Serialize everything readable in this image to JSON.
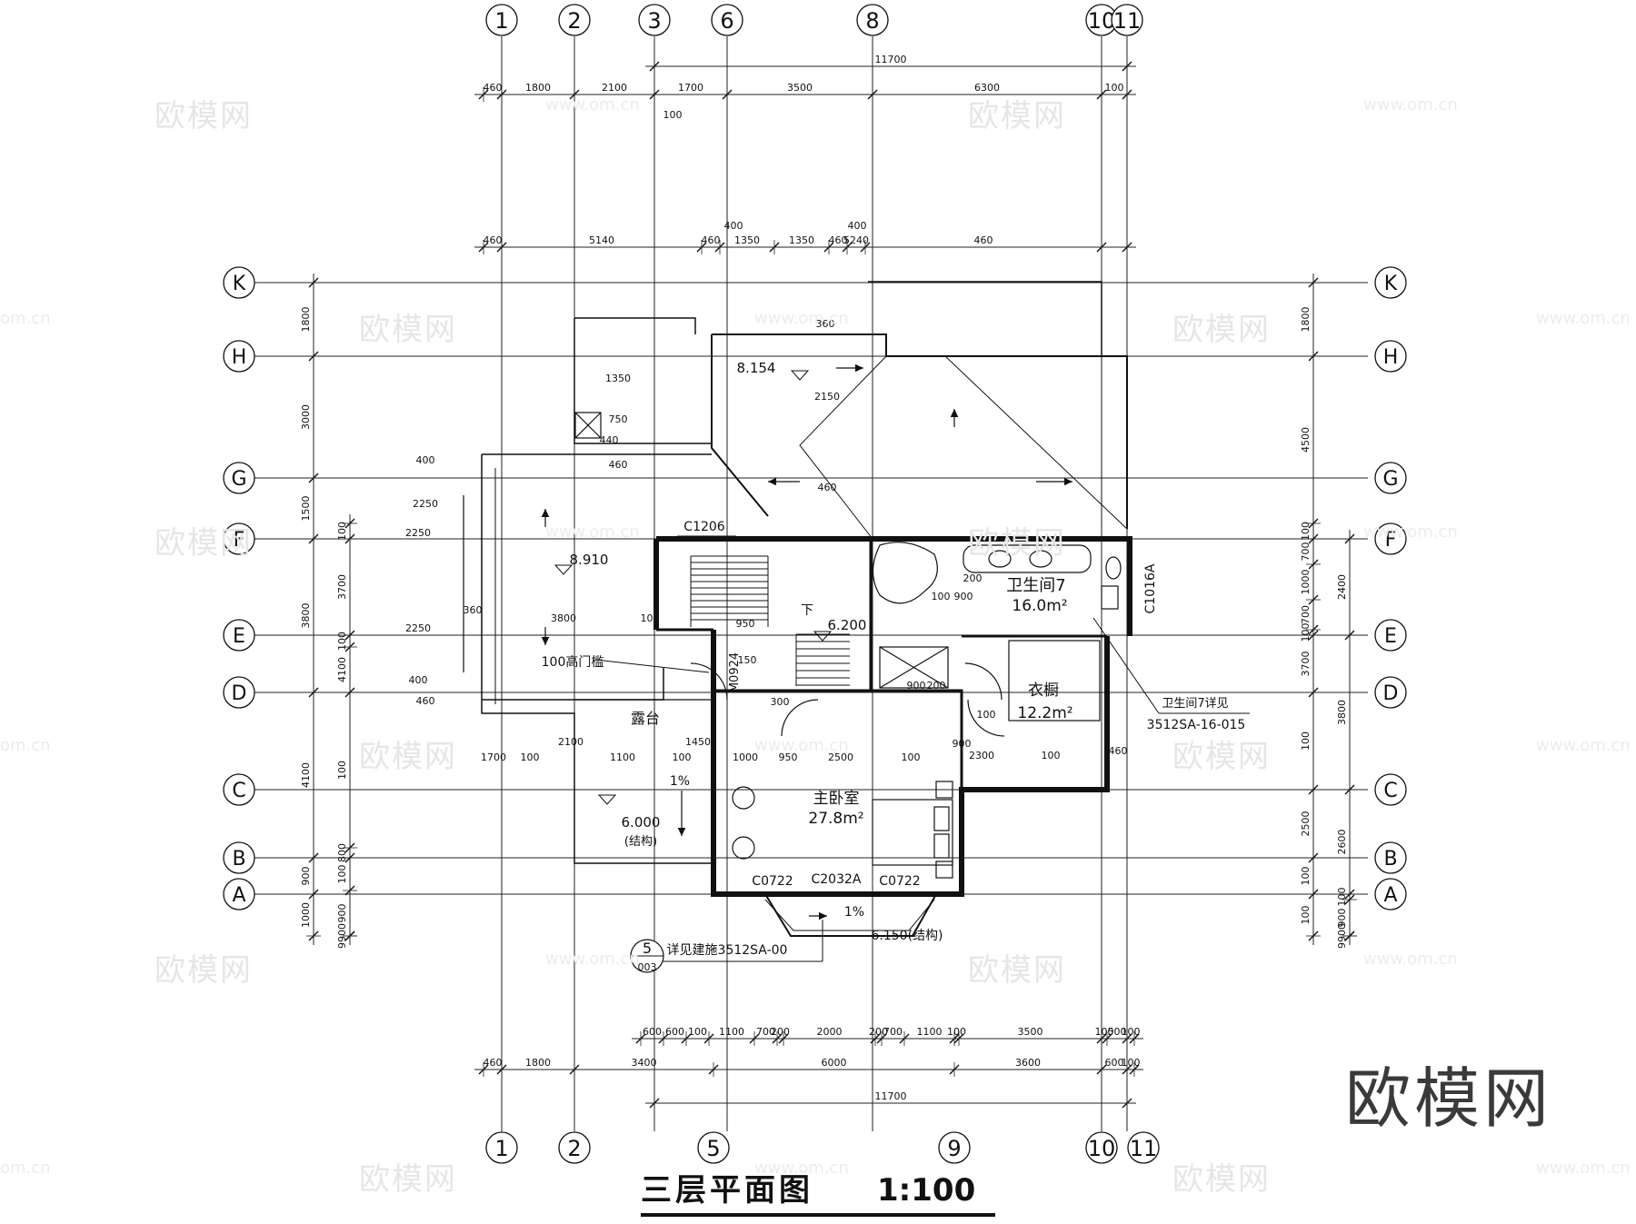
{
  "drawing": {
    "title": "三层平面图",
    "scale": "1:100",
    "brand": "欧模网",
    "watermark_text": "欧模网",
    "watermark_url": "www.om.cn",
    "watermark_edge": "om.cn"
  },
  "axes": {
    "vertical": [
      "1",
      "2",
      "3",
      "6",
      "8",
      "10",
      "11"
    ],
    "bottom": [
      "1",
      "2",
      "5",
      "9",
      "10",
      "11"
    ],
    "horizontal": [
      "K",
      "H",
      "G",
      "F",
      "E",
      "D",
      "C",
      "B",
      "A"
    ]
  },
  "dimensions": {
    "top_total": "11700",
    "top_row1": [
      "460",
      "1800",
      "2100",
      "1700",
      "3500",
      "6300",
      "100"
    ],
    "top_row2": [
      "460",
      "5140",
      "460",
      "1350",
      "1350",
      "460",
      "5240",
      "460"
    ],
    "bottom_row1": [
      "600",
      "600",
      "100",
      "1100",
      "700",
      "200",
      "2000",
      "200",
      "700",
      "1100",
      "100",
      "3500",
      "100",
      "500",
      "100"
    ],
    "bottom_row2": [
      "460",
      "1800",
      "3400",
      "6000",
      "3600",
      "600",
      "100"
    ],
    "bottom_total": "11700",
    "left_outer": [
      "1800",
      "3000",
      "1500",
      "3800",
      "4100",
      "900",
      "1000"
    ],
    "left_inner": [
      "100",
      "3700",
      "100",
      "4100",
      "100",
      "800",
      "100",
      "900",
      "9900"
    ],
    "right_outer": [
      "1800",
      "4500",
      "100",
      "700",
      "1000",
      "700",
      "100",
      "3700",
      "100",
      "2500",
      "100",
      "100"
    ],
    "right_inner": [
      "2400",
      "3800",
      "2600",
      "100",
      "900",
      "9900"
    ],
    "misc": [
      "400",
      "400",
      "100",
      "360",
      "1350",
      "750",
      "440",
      "460",
      "2250",
      "2150",
      "460",
      "400",
      "2250",
      "2250",
      "400",
      "460",
      "360",
      "3800",
      "100",
      "100",
      "200",
      "950",
      "150",
      "300",
      "900",
      "200",
      "900",
      "2300",
      "100",
      "460",
      "1700",
      "100",
      "2100",
      "1100",
      "100",
      "1450",
      "1000",
      "950",
      "2500",
      "100",
      "100",
      "900"
    ]
  },
  "labels": {
    "elev_roof": "8.154",
    "elev_terrace_roof": "8.910",
    "elev_stair": "6.200",
    "elev_terrace": "6.000",
    "struct": "(结构)",
    "elev_bay": "6.150(结构)",
    "slope": "1%",
    "slope2": "1%",
    "down": "下",
    "door_sill": "100高门槛",
    "terrace": "露台",
    "bath_name": "卫生间7",
    "bath_area": "16.0m²",
    "closet_name": "衣橱",
    "closet_area": "12.2m²",
    "master_name": "主卧室",
    "master_area": "27.8m²",
    "win_c1206": "C1206",
    "win_c1016a": "C1016A",
    "win_c0722_left": "C0722",
    "win_c2032a": "C2032A",
    "win_c0722_right": "C0722",
    "door_m0924": "M0924",
    "bath_detail": "卫生间7详见",
    "bath_detail_ref": "3512SA-16-015",
    "detail_note": "详见建施3512SA-00",
    "detail_num": "5",
    "detail_sheet": "003"
  }
}
